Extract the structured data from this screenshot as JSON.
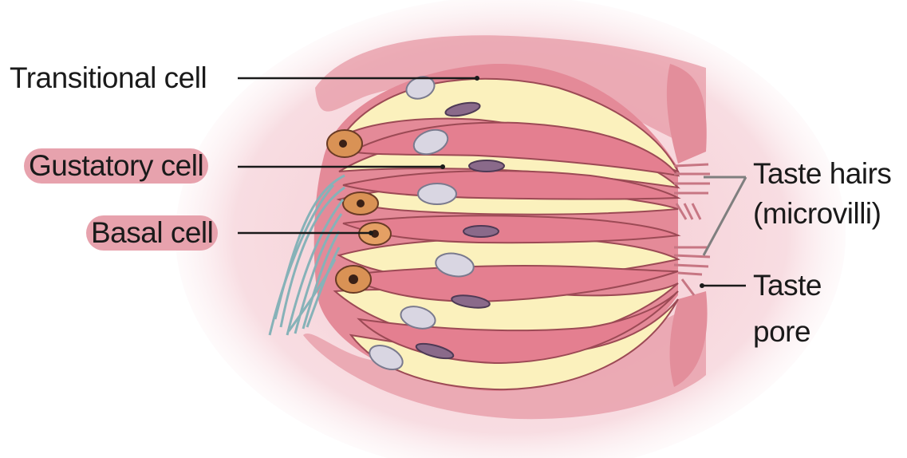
{
  "labels": {
    "transitional_cell": "Transitional cell",
    "gustatory_cell": "Gustatory cell",
    "basal_cell": "Basal cell",
    "taste_hairs_line1": "Taste hairs",
    "taste_hairs_line2": "(microvilli)",
    "taste_pore_line1": "Taste",
    "taste_pore_line2": "pore"
  },
  "colors": {
    "highlight": "#e7a2ad",
    "epithelium": "#e79aa6",
    "tissue_glow": "#f8dde2",
    "gustatory_cell": "#e47f90",
    "transitional_cell": "#fbf1bd",
    "cell_outline": "#9c4a55",
    "nucleus_gustatory": "#8a6a8a",
    "nucleus_transitional": "#d9d6e2",
    "basal_cell": "#d99255",
    "nerve_fibers": "#86b2b8"
  }
}
